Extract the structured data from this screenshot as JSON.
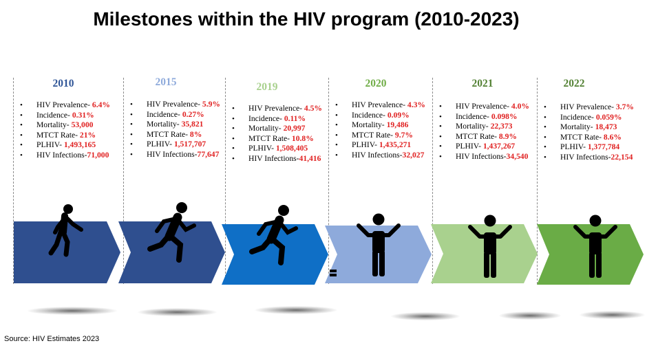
{
  "title": "Milestones within the HIV program (2010-2023)",
  "source": "Source: HIV Estimates 2023",
  "milestones": [
    {
      "year": "2010",
      "year_color": "#2f5597",
      "stats": [
        {
          "label": "HIV Prevalence- ",
          "value": "6.4%"
        },
        {
          "label": "Incidence- ",
          "value": "0.31%"
        },
        {
          "label": "Mortality- ",
          "value": "53,000"
        },
        {
          "label": "MTCT Rate- ",
          "value": "21%"
        },
        {
          "label": "PLHIV- ",
          "value": "1,493,165"
        },
        {
          "label": "HIV Infections-",
          "value": "71,000"
        }
      ],
      "chevron_color": "#2f4f8f",
      "figure": "walking-person-icon"
    },
    {
      "year": "2015",
      "year_color": "#8eaadb",
      "stats": [
        {
          "label": "HIV Prevalence- ",
          "value": "5.9%"
        },
        {
          "label": "Incidence- ",
          "value": "0.27%"
        },
        {
          "label": "Mortality- ",
          "value": "35,821"
        },
        {
          "label": "MTCT Rate- ",
          "value": "8%"
        },
        {
          "label": "PLHIV- ",
          "value": "1,517,707"
        },
        {
          "label": "HIV Infections-",
          "value": "77,647"
        }
      ],
      "chevron_color": "#2f4f8f",
      "figure": "running-person-icon"
    },
    {
      "year": "2019",
      "year_color": "#a9d18e",
      "stats": [
        {
          "label": "HIV Prevalence- ",
          "value": "4.5%"
        },
        {
          "label": "Incidence- ",
          "value": "0.11%"
        },
        {
          "label": "Mortality- ",
          "value": "20,997"
        },
        {
          "label": "MTCT Rate- ",
          "value": "10.8%"
        },
        {
          "label": "PLHIV- ",
          "value": "1,508,405"
        },
        {
          "label": "HIV Infections-",
          "value": "41,416"
        }
      ],
      "chevron_color": "#0f6fc6",
      "figure": "running-person-icon"
    },
    {
      "year": "2020",
      "year_color": "#70ad47",
      "stats": [
        {
          "label": "HIV Prevalence- ",
          "value": "4.3%"
        },
        {
          "label": "Incidence- ",
          "value": "0.09%"
        },
        {
          "label": "Mortality- ",
          "value": "19,486"
        },
        {
          "label": "MTCT Rate- ",
          "value": "9.7%"
        },
        {
          "label": "PLHIV- ",
          "value": "1,435,271"
        },
        {
          "label": "HIV Infections-",
          "value": "32,027"
        }
      ],
      "chevron_color": "#8eaadb",
      "figure": "arms-raised-person-icon"
    },
    {
      "year": "2021",
      "year_color": "#548235",
      "stats": [
        {
          "label": "HIV Prevalence- ",
          "value": "4.0%"
        },
        {
          "label": "Incidence- ",
          "value": "0.098%"
        },
        {
          "label": "Mortality- ",
          "value": "22,373"
        },
        {
          "label": "MTCT Rate- ",
          "value": "8.9%"
        },
        {
          "label": "PLHIV- ",
          "value": "1,437,267"
        },
        {
          "label": "HIV Infections-",
          "value": "34,540"
        }
      ],
      "chevron_color": "#a9d18e",
      "figure": "arms-raised-person-icon"
    },
    {
      "year": "2022",
      "year_color": "#548235",
      "stats": [
        {
          "label": "HIV Prevalence- ",
          "value": "3.7%"
        },
        {
          "label": "Incidence- ",
          "value": "0.059%"
        },
        {
          "label": "Mortality- ",
          "value": "18,473"
        },
        {
          "label": "MTCT Rate- ",
          "value": "8.6%"
        },
        {
          "label": "PLHIV- ",
          "value": "1,377,784"
        },
        {
          "label": "HIV Infections-",
          "value": "22,154"
        }
      ],
      "chevron_color": "#6aac46",
      "figure": "arms-raised-person-icon"
    }
  ]
}
